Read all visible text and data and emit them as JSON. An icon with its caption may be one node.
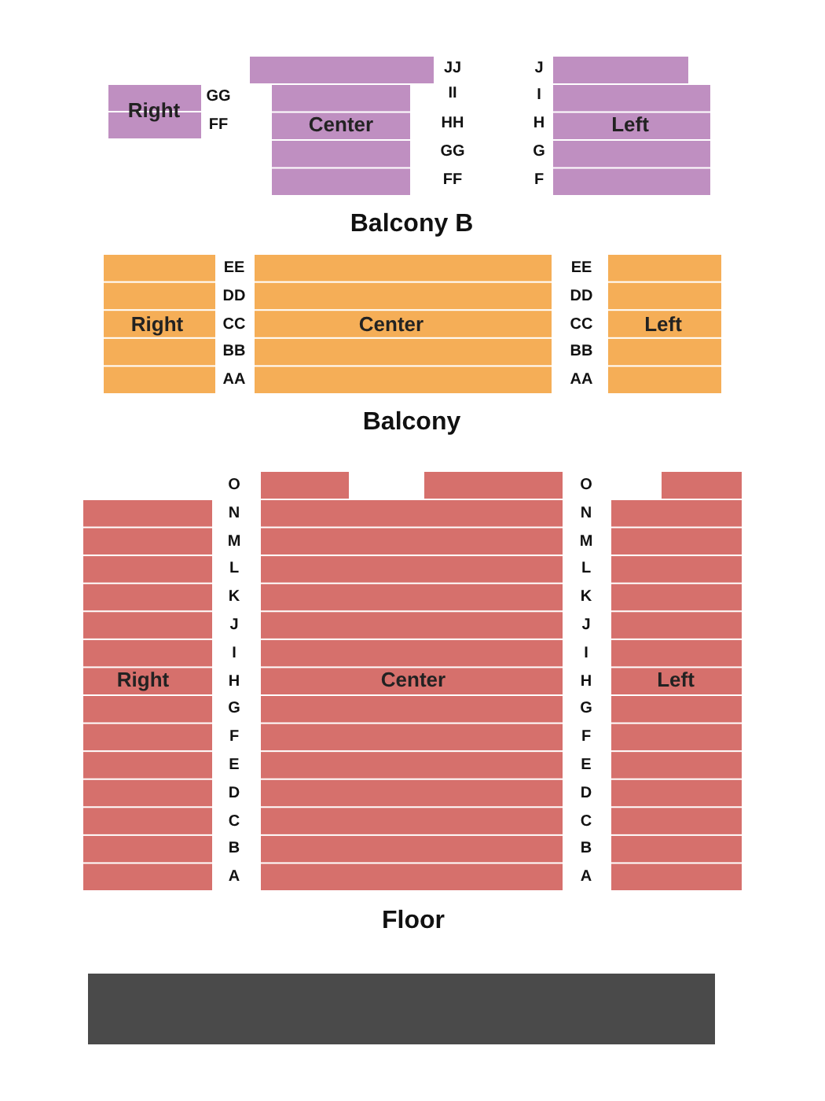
{
  "diagram": {
    "nodes": [
      {
        "text": [
          "Right"
        ]
      },
      {
        "text": [
          "Center"
        ]
      },
      {
        "text": [
          "Left"
        ]
      },
      {
        "text": [
          "Right"
        ]
      },
      {
        "text": [
          "Center"
        ]
      },
      {
        "text": [
          "Left"
        ]
      },
      {
        "text": [
          "Right"
        ]
      },
      {
        "text": [
          "Center"
        ]
      },
      {
        "text": [
          "Left"
        ]
      },
      {
        "text": [],
        "shape": "bar"
      }
    ],
    "edges": [],
    "labels": [
      "JJ",
      "J",
      "GG",
      "II",
      "I",
      "FF",
      "HH",
      "H",
      "GG",
      "G",
      "FF",
      "F",
      "Balcony B",
      "EE",
      "EE",
      "DD",
      "DD",
      "CC",
      "CC",
      "BB",
      "BB",
      "AA",
      "AA",
      "Balcony",
      "O",
      "O",
      "N",
      "N",
      "M",
      "M",
      "L",
      "L",
      "K",
      "K",
      "J",
      "J",
      "I",
      "I",
      "H",
      "H",
      "G",
      "G",
      "F",
      "F",
      "E",
      "E",
      "D",
      "D",
      "C",
      "C",
      "B",
      "B",
      "A",
      "A",
      "Floor"
    ]
  }
}
